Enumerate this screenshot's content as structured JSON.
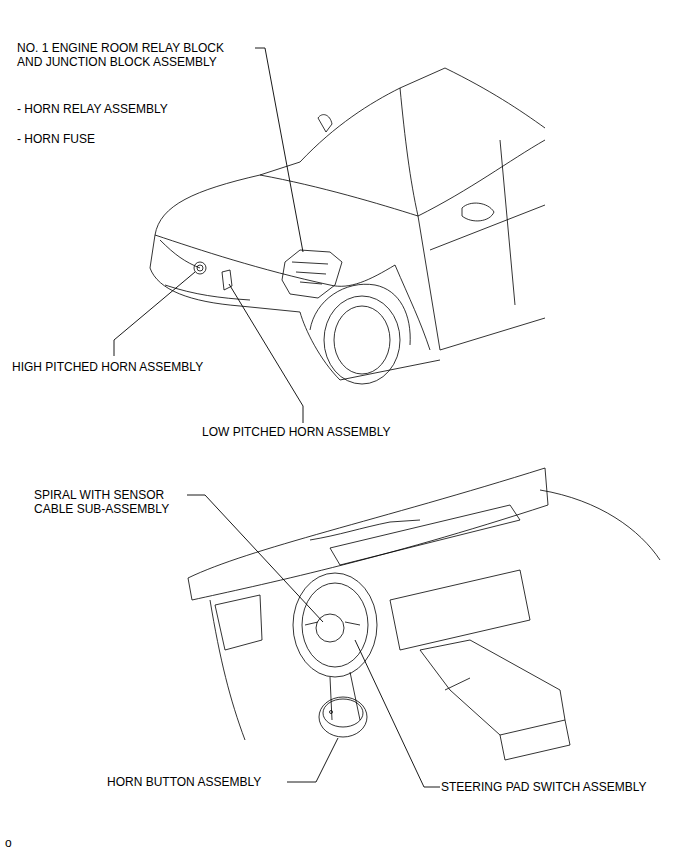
{
  "diagram": {
    "labels": [
      "NO. 1 ENGINE ROOM RELAY BLOCK AND JUNCTION BLOCK ASSEMBLY",
      "- HORN RELAY ASSEMBLY",
      "- HORN FUSE",
      "HIGH PITCHED HORN ASSEMBLY",
      "LOW PITCHED HORN ASSEMBLY",
      "SPIRAL WITH SENSOR CABLE SUB-ASSEMBLY",
      "HORN BUTTON ASSEMBLY",
      "STEERING PAD SWITCH ASSEMBLY",
      "o"
    ]
  }
}
